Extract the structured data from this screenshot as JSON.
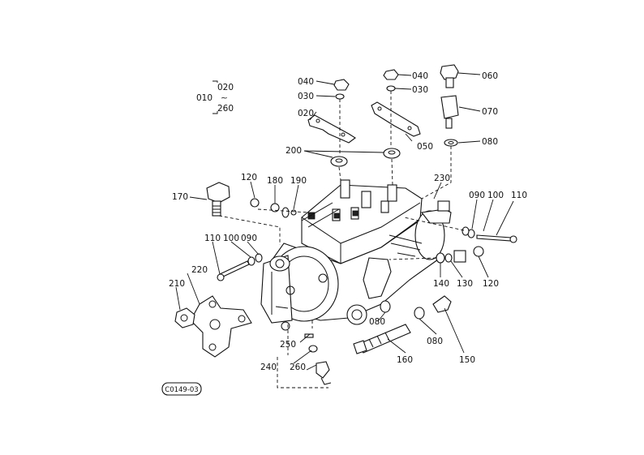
{
  "labels": {
    "l010": "010",
    "l020a": "020",
    "l_tilde": "∼",
    "l260a": "260",
    "l040a": "040",
    "l030a": "030",
    "l020b": "020",
    "l040b": "040",
    "l030b": "030",
    "l050": "050",
    "l060": "060",
    "l070": "070",
    "l080a": "080",
    "l200": "200",
    "l120a": "120",
    "l180": "180",
    "l190": "190",
    "l230": "230",
    "l090a": "090",
    "l100a": "100",
    "l110a": "110",
    "l170": "170",
    "l110b": "110",
    "l100b": "100",
    "l090b": "090",
    "l220": "220",
    "l210": "210",
    "l140": "140",
    "l130": "130",
    "l120b": "120",
    "l080b": "080",
    "l080c": "080",
    "l150": "150",
    "l160": "160",
    "l250": "250",
    "l240": "240",
    "l260b": "260",
    "code": "C0149-03"
  }
}
